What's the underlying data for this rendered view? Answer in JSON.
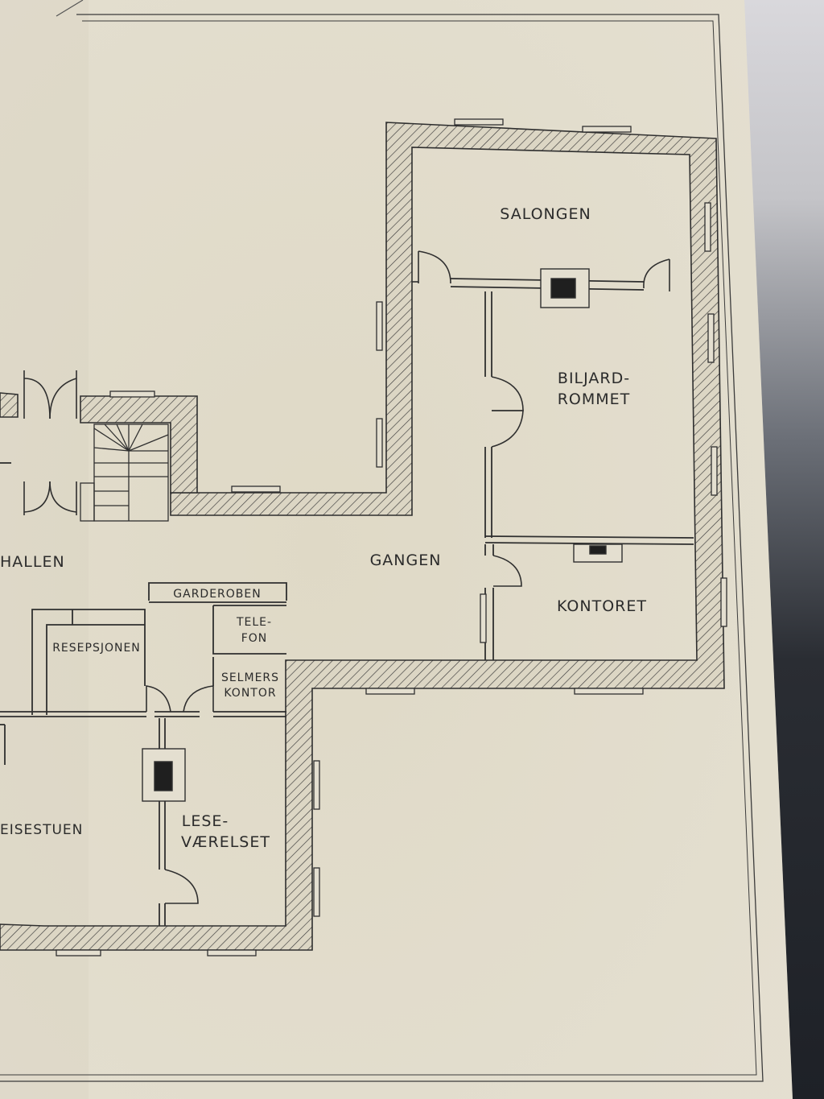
{
  "rooms": {
    "salongen": "SALONGEN",
    "biljard_1": "BILJARD-",
    "biljard_2": "ROMMET",
    "gangen": "GANGEN",
    "kontoret": "KONTORET",
    "hallen": "HALLEN",
    "garderoben": "GARDEROBEN",
    "telefon_1": "TELE-",
    "telefon_2": "FON",
    "resepsjonen": "RESEPSJONEN",
    "selmers_1": "SELMERS",
    "selmers_2": "KONTOR",
    "reisestuen": "EISESTUEN",
    "lese_1": "LESE-",
    "lese_2": "VÆRELSET"
  },
  "colors": {
    "paper": "#e2ddcd",
    "ink": "#2b2b2b",
    "wall_fill": "#dcd6c4"
  }
}
